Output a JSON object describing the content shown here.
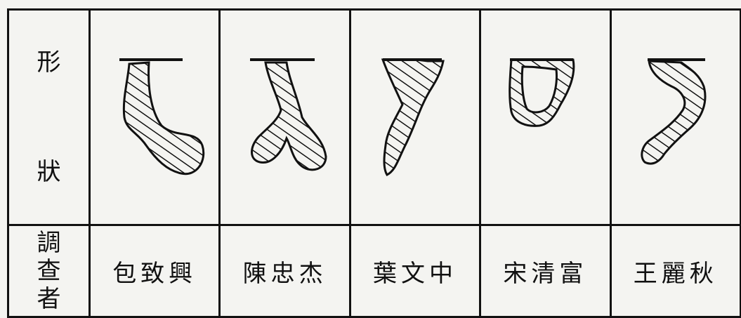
{
  "table": {
    "row_headers": {
      "shape": [
        "形",
        "狀"
      ],
      "investigator": [
        "調",
        "查",
        "者"
      ]
    },
    "investigators": [
      "包致興",
      "陳忠杰",
      "葉文中",
      "宋清富",
      "王麗秋"
    ],
    "shape_icons": [
      "hatched-hook-shape",
      "hatched-inverted-y-shape",
      "hatched-slanted-y-shape",
      "hatched-u-shape",
      "hatched-s-curve-shape"
    ]
  }
}
